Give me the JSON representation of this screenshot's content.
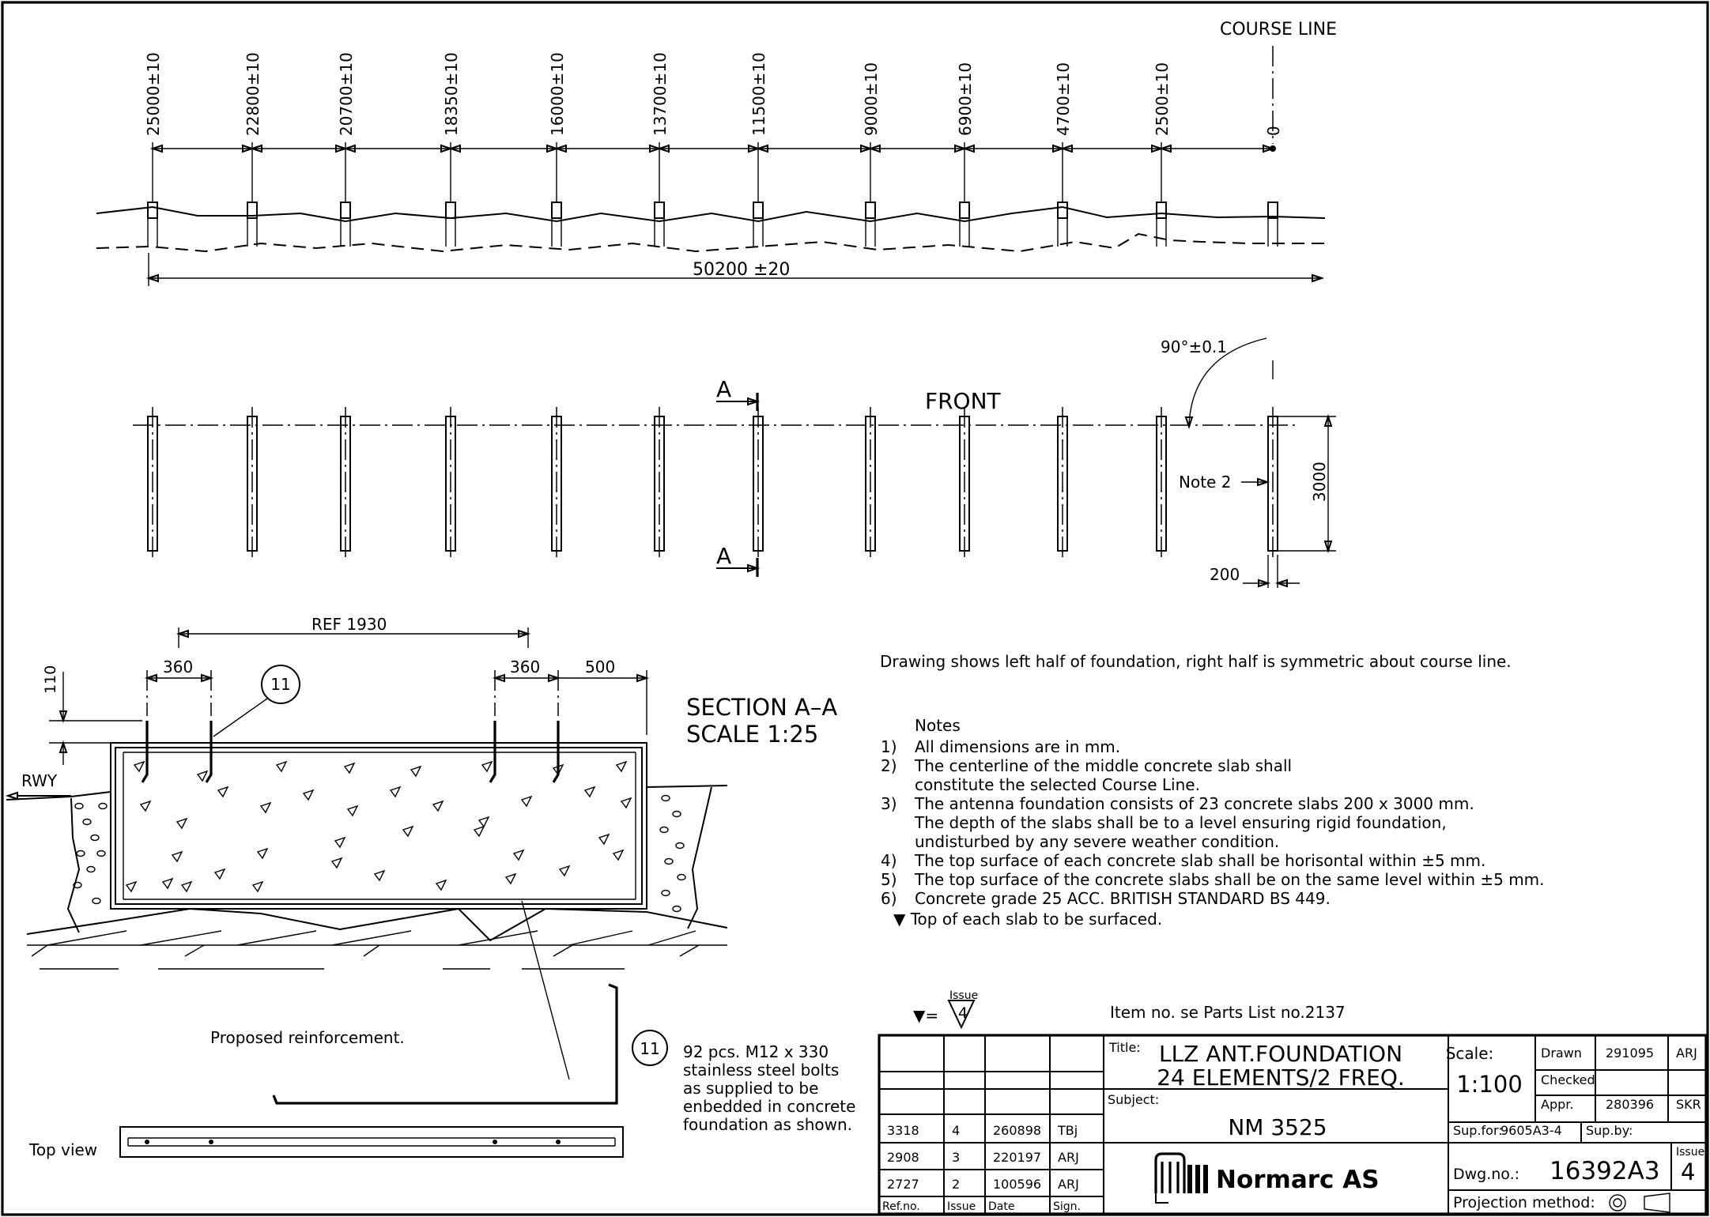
{
  "course_line_label": "COURSE LINE",
  "element_dimensions": [
    "25000±10",
    "22800±10",
    "20700±10",
    "18350±10",
    "16000±10",
    "13700±10",
    "11500±10",
    "9000±10",
    "6900±10",
    "4700±10",
    "2500±10",
    "0"
  ],
  "overall_length": "50200 ±20",
  "angle_label": "90°±0.1",
  "front_label": "FRONT",
  "section_marker": "A",
  "note2_label": "Note 2",
  "slab_length": "3000",
  "slab_width": "200",
  "section": {
    "ref_dim": "REF 1930",
    "dim_360_left": "360",
    "dim_360_right": "360",
    "dim_500": "500",
    "dim_110": "110",
    "balloon": "11",
    "title_line1": "SECTION A–A",
    "title_line2": "SCALE 1:25",
    "rwy": "RWY"
  },
  "summary_note": "Drawing shows left half of foundation, right half is symmetric about course line.",
  "notes": {
    "heading": "Notes",
    "items": [
      {
        "num": "1)",
        "lines": [
          "All dimensions are in mm."
        ]
      },
      {
        "num": "2)",
        "lines": [
          "The centerline of the middle concrete slab shall",
          "constitute the selected Course Line."
        ]
      },
      {
        "num": "3)",
        "lines": [
          "The antenna foundation consists of 23 concrete slabs 200 x 3000 mm.",
          "The depth of the slabs shall be to a level ensuring rigid foundation,",
          "undisturbed by any severe weather condition."
        ]
      },
      {
        "num": "4)",
        "lines": [
          "The top surface of each concrete slab shall be horisontal within ±5 mm."
        ]
      },
      {
        "num": "5)",
        "lines": [
          "The top surface of the concrete slabs shall be on the same level within ±5 mm."
        ]
      },
      {
        "num": "6)",
        "lines": [
          "Concrete grade 25 ACC. BRITISH STANDARD BS 449."
        ]
      }
    ],
    "surface_note": "▼ Top of each slab to be surfaced."
  },
  "reinforcement_label": "Proposed reinforcement.",
  "top_view_label": "Top view",
  "bolt_balloon": "11",
  "bolt_note": [
    "92 pcs. M12 x 330",
    "stainless steel bolts",
    "as supplied to be",
    "enbedded in concrete",
    "foundation as shown."
  ],
  "issue_symbol": {
    "eq": "▼=",
    "word": "Issue",
    "num": "4"
  },
  "parts_list_note": "Item no. se Parts List no.2137",
  "title_block": {
    "title_label": "Title:",
    "title_line1": "LLZ ANT.FOUNDATION",
    "title_line2": "24 ELEMENTS/2 FREQ.",
    "subject_label": "Subject:",
    "subject": "NM 3525",
    "company": "Normarc AS",
    "scale_label": "Scale:",
    "scale": "1:100",
    "drawn_label": "Drawn",
    "drawn_date": "291095",
    "drawn_sign": "ARJ",
    "checked_label": "Checked",
    "appr_label": "Appr.",
    "appr_date": "280396",
    "appr_sign": "SKR",
    "supfor_label": "Sup.for:",
    "supfor": "9605A3-4",
    "supby_label": "Sup.by:",
    "dwgno_label": "Dwg.no.:",
    "dwgno": "16392A3",
    "issue_label": "Issue",
    "issue": "4",
    "projection_label": "Projection method:"
  },
  "revisions": {
    "headers": [
      "Ref.no.",
      "Issue",
      "Date",
      "Sign."
    ],
    "rows": [
      [
        "3318",
        "4",
        "260898",
        "TBj"
      ],
      [
        "2908",
        "3",
        "220197",
        "ARJ"
      ],
      [
        "2727",
        "2",
        "100596",
        "ARJ"
      ]
    ]
  }
}
